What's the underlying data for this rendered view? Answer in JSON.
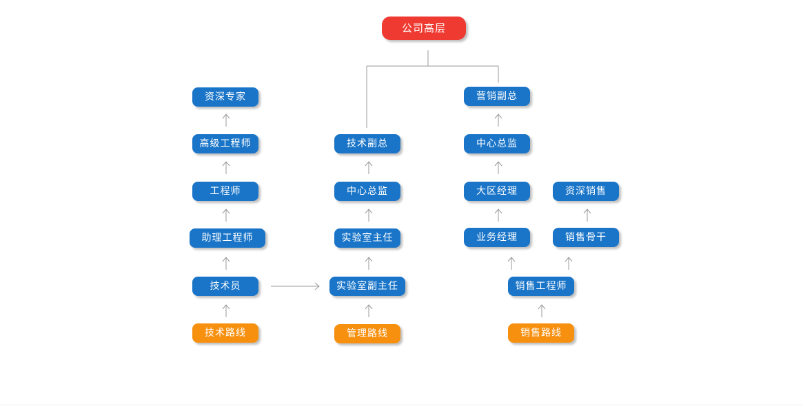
{
  "org_chart": {
    "top": "公司高层",
    "technical_track": {
      "levels": [
        "技术员",
        "助理工程师",
        "工程师",
        "高级工程师",
        "资深专家"
      ],
      "track_label": "技术路线"
    },
    "management_track": {
      "levels": [
        "实验室副主任",
        "实验室主任",
        "中心总监",
        "技术副总"
      ],
      "track_label": "管理路线"
    },
    "sales_track": {
      "entry": "销售工程师",
      "management_branch": [
        "业务经理",
        "大区经理",
        "中心总监",
        "营销副总"
      ],
      "senior_branch": [
        "销售骨干",
        "资深销售"
      ],
      "track_label": "销售路线"
    }
  },
  "colors": {
    "top_node": "#ef3a32",
    "position_node": "#1a75c8",
    "track_label_node": "#f7900f",
    "connector": "#999999"
  }
}
